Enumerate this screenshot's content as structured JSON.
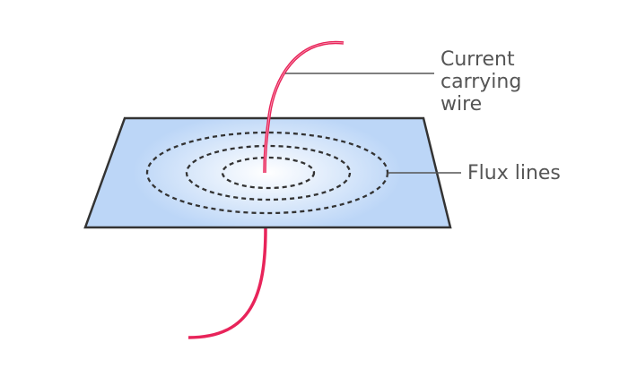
{
  "labels": {
    "wire_line1": "Current",
    "wire_line2": "carrying",
    "wire_line3": "wire",
    "flux": "Flux lines"
  },
  "colors": {
    "plane_fill": "#bcd6f7",
    "plane_center": "#ffffff",
    "plane_border": "#333333",
    "wire": "#e8245a",
    "flux_lines": "#333333",
    "leader_lines": "#555555",
    "text": "#555555"
  }
}
